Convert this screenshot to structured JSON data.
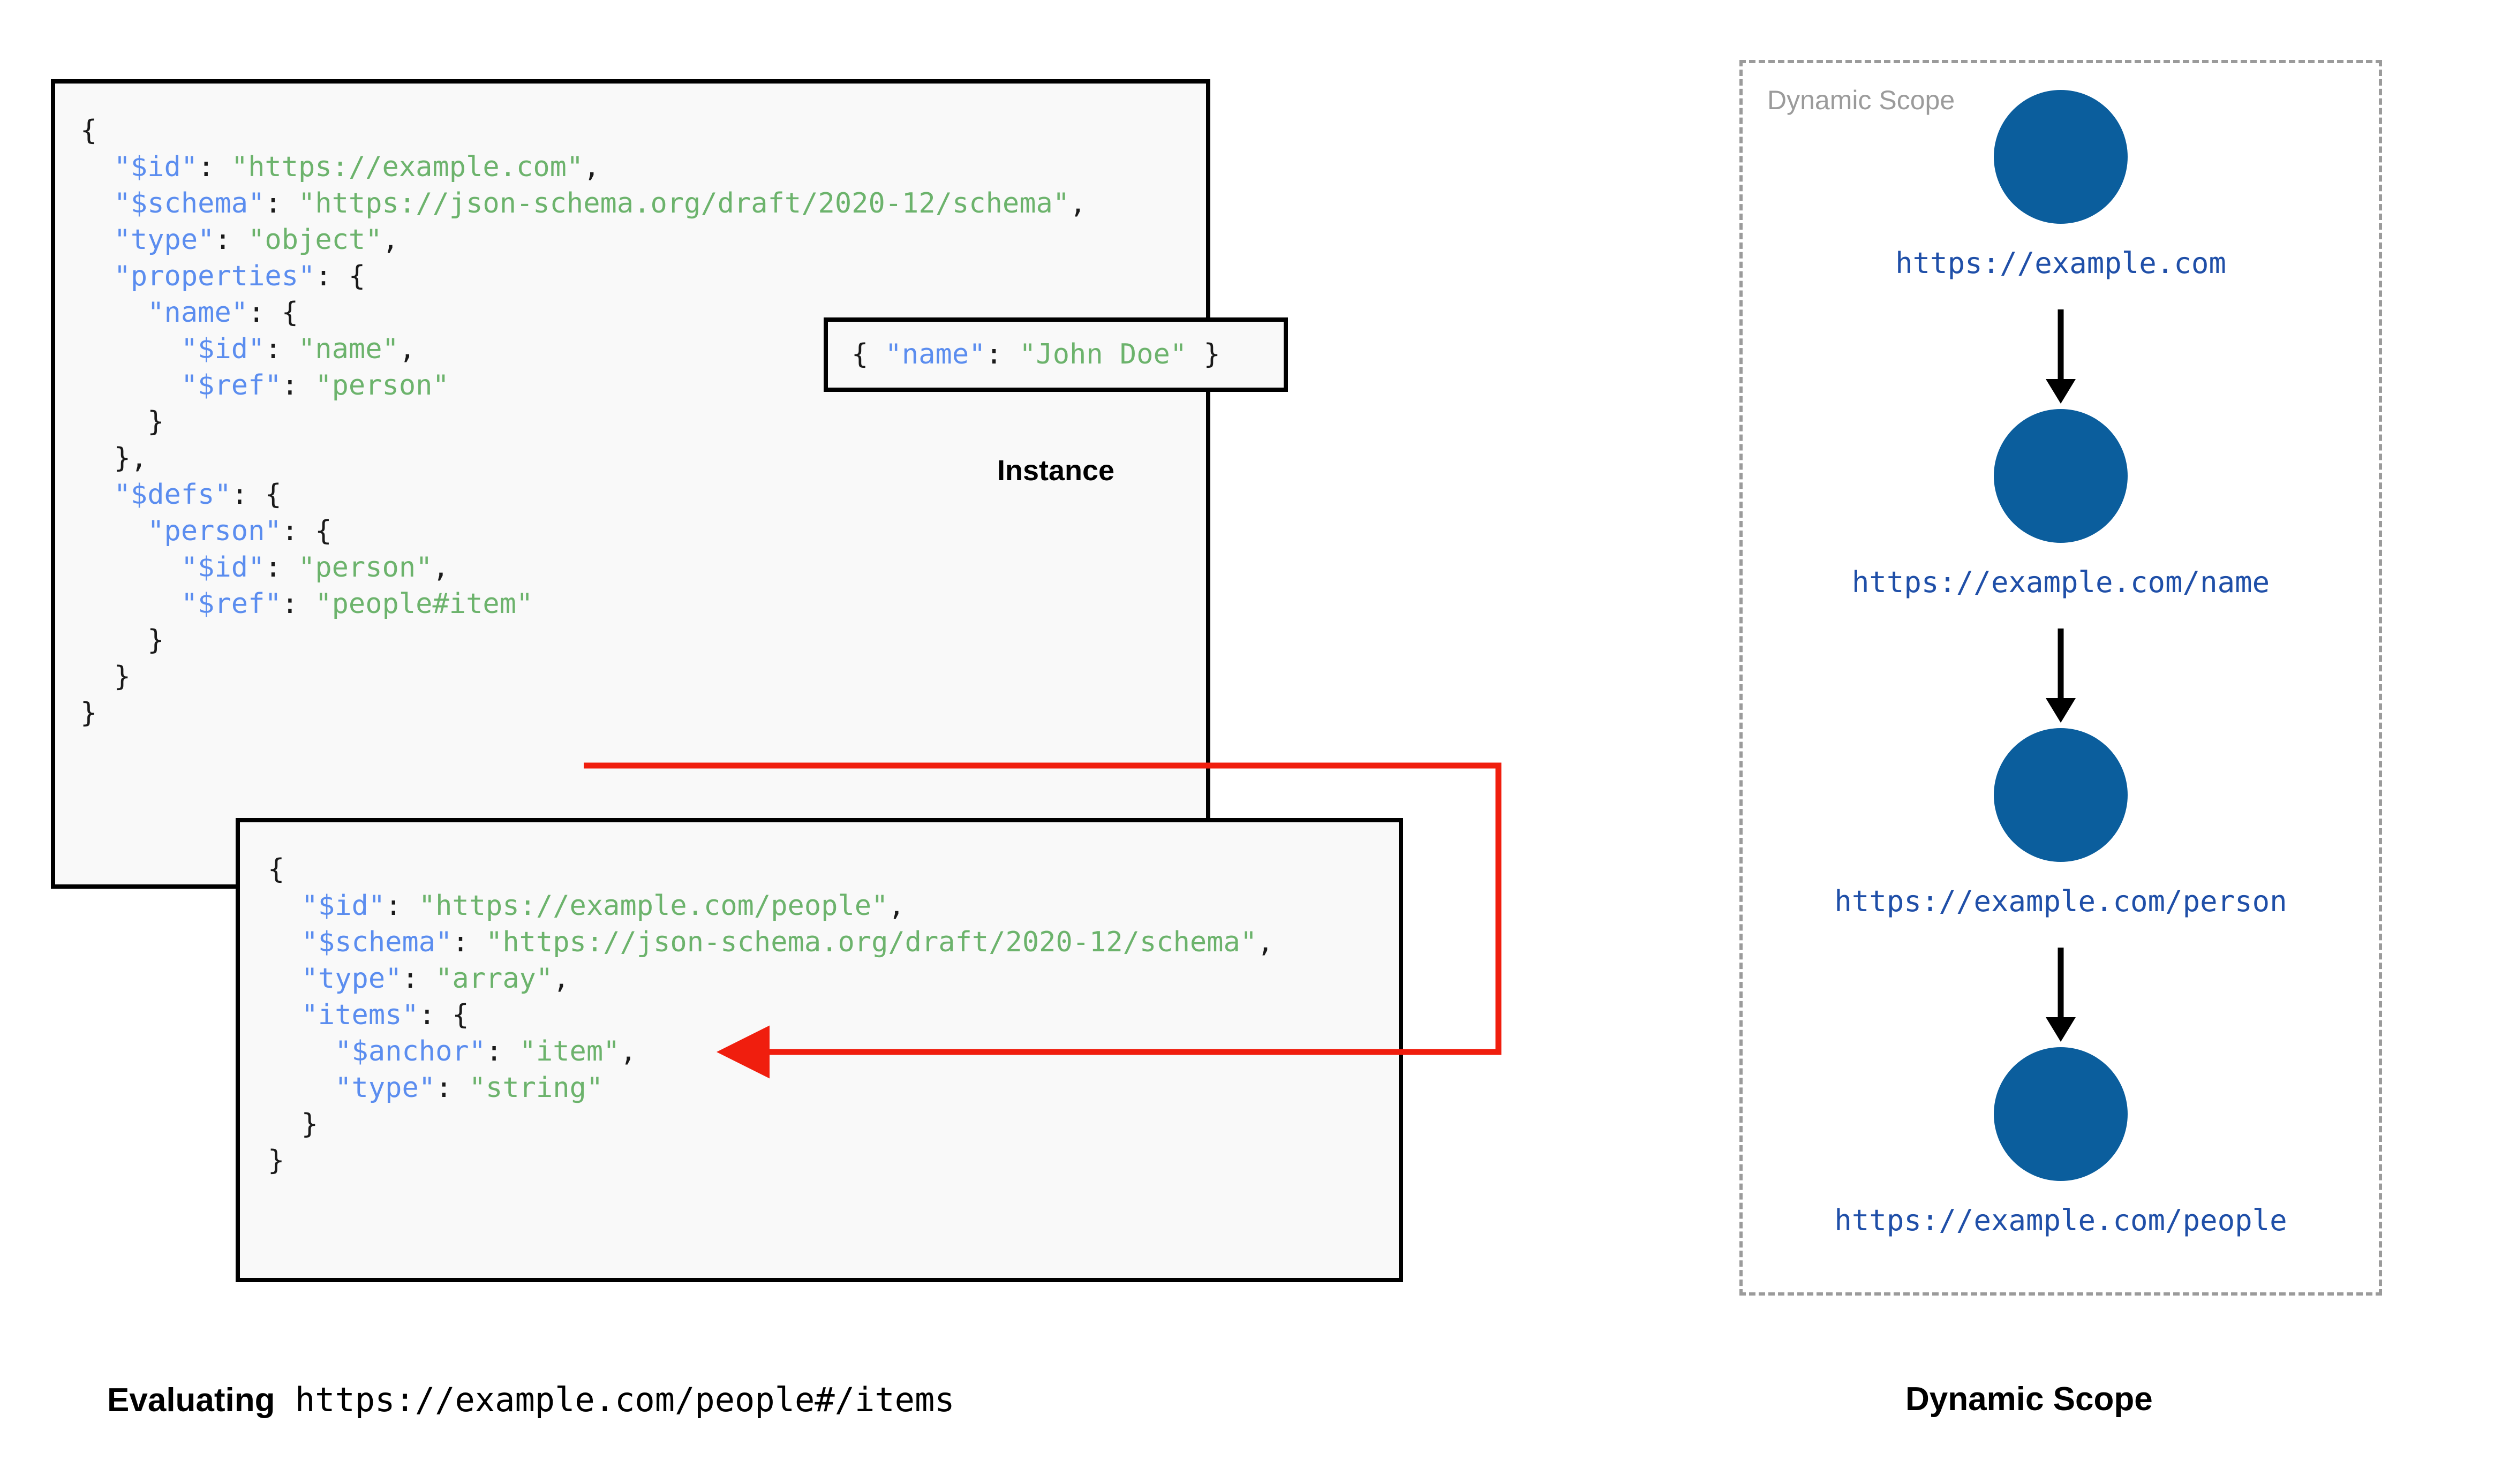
{
  "schema_box_1": {
    "lines": [
      [
        {
          "t": "{",
          "c": "p"
        }
      ],
      [
        {
          "t": "  ",
          "c": "p"
        },
        {
          "t": "\"$id\"",
          "c": "k"
        },
        {
          "t": ": ",
          "c": "p"
        },
        {
          "t": "\"https://example.com\"",
          "c": "s"
        },
        {
          "t": ",",
          "c": "p"
        }
      ],
      [
        {
          "t": "  ",
          "c": "p"
        },
        {
          "t": "\"$schema\"",
          "c": "k"
        },
        {
          "t": ": ",
          "c": "p"
        },
        {
          "t": "\"https://json-schema.org/draft/2020-12/schema\"",
          "c": "s"
        },
        {
          "t": ",",
          "c": "p"
        }
      ],
      [
        {
          "t": "  ",
          "c": "p"
        },
        {
          "t": "\"type\"",
          "c": "k"
        },
        {
          "t": ": ",
          "c": "p"
        },
        {
          "t": "\"object\"",
          "c": "s"
        },
        {
          "t": ",",
          "c": "p"
        }
      ],
      [
        {
          "t": "  ",
          "c": "p"
        },
        {
          "t": "\"properties\"",
          "c": "k"
        },
        {
          "t": ": {",
          "c": "p"
        }
      ],
      [
        {
          "t": "    ",
          "c": "p"
        },
        {
          "t": "\"name\"",
          "c": "k"
        },
        {
          "t": ": {",
          "c": "p"
        }
      ],
      [
        {
          "t": "      ",
          "c": "p"
        },
        {
          "t": "\"$id\"",
          "c": "k"
        },
        {
          "t": ": ",
          "c": "p"
        },
        {
          "t": "\"name\"",
          "c": "s"
        },
        {
          "t": ",",
          "c": "p"
        }
      ],
      [
        {
          "t": "      ",
          "c": "p"
        },
        {
          "t": "\"$ref\"",
          "c": "k"
        },
        {
          "t": ": ",
          "c": "p"
        },
        {
          "t": "\"person\"",
          "c": "s"
        }
      ],
      [
        {
          "t": "    }",
          "c": "p"
        }
      ],
      [
        {
          "t": "  },",
          "c": "p"
        }
      ],
      [
        {
          "t": "  ",
          "c": "p"
        },
        {
          "t": "\"$defs\"",
          "c": "k"
        },
        {
          "t": ": {",
          "c": "p"
        }
      ],
      [
        {
          "t": "    ",
          "c": "p"
        },
        {
          "t": "\"person\"",
          "c": "k"
        },
        {
          "t": ": {",
          "c": "p"
        }
      ],
      [
        {
          "t": "      ",
          "c": "p"
        },
        {
          "t": "\"$id\"",
          "c": "k"
        },
        {
          "t": ": ",
          "c": "p"
        },
        {
          "t": "\"person\"",
          "c": "s"
        },
        {
          "t": ",",
          "c": "p"
        }
      ],
      [
        {
          "t": "      ",
          "c": "p"
        },
        {
          "t": "\"$ref\"",
          "c": "k"
        },
        {
          "t": ": ",
          "c": "p"
        },
        {
          "t": "\"people#item\"",
          "c": "s"
        }
      ],
      [
        {
          "t": "    }",
          "c": "p"
        }
      ],
      [
        {
          "t": "  }",
          "c": "p"
        }
      ],
      [
        {
          "t": "}",
          "c": "p"
        }
      ]
    ]
  },
  "instance": {
    "label": "Instance",
    "lines": [
      [
        {
          "t": "{ ",
          "c": "p"
        },
        {
          "t": "\"name\"",
          "c": "k"
        },
        {
          "t": ": ",
          "c": "p"
        },
        {
          "t": "\"John Doe\"",
          "c": "s"
        },
        {
          "t": " }",
          "c": "p"
        }
      ]
    ]
  },
  "schema_box_2": {
    "lines": [
      [
        {
          "t": "{",
          "c": "p"
        }
      ],
      [
        {
          "t": "  ",
          "c": "p"
        },
        {
          "t": "\"$id\"",
          "c": "k"
        },
        {
          "t": ": ",
          "c": "p"
        },
        {
          "t": "\"https://example.com/people\"",
          "c": "s"
        },
        {
          "t": ",",
          "c": "p"
        }
      ],
      [
        {
          "t": "  ",
          "c": "p"
        },
        {
          "t": "\"$schema\"",
          "c": "k"
        },
        {
          "t": ": ",
          "c": "p"
        },
        {
          "t": "\"https://json-schema.org/draft/2020-12/schema\"",
          "c": "s"
        },
        {
          "t": ",",
          "c": "p"
        }
      ],
      [
        {
          "t": "  ",
          "c": "p"
        },
        {
          "t": "\"type\"",
          "c": "k"
        },
        {
          "t": ": ",
          "c": "p"
        },
        {
          "t": "\"array\"",
          "c": "s"
        },
        {
          "t": ",",
          "c": "p"
        }
      ],
      [
        {
          "t": "  ",
          "c": "p"
        },
        {
          "t": "\"items\"",
          "c": "k"
        },
        {
          "t": ": {",
          "c": "p"
        }
      ],
      [
        {
          "t": "    ",
          "c": "p"
        },
        {
          "t": "\"$anchor\"",
          "c": "k"
        },
        {
          "t": ": ",
          "c": "p"
        },
        {
          "t": "\"item\"",
          "c": "s"
        },
        {
          "t": ",",
          "c": "p"
        }
      ],
      [
        {
          "t": "    ",
          "c": "p"
        },
        {
          "t": "\"type\"",
          "c": "k"
        },
        {
          "t": ": ",
          "c": "p"
        },
        {
          "t": "\"string\"",
          "c": "s"
        }
      ],
      [
        {
          "t": "  }",
          "c": "p"
        }
      ],
      [
        {
          "t": "}",
          "c": "p"
        }
      ]
    ]
  },
  "reference_arrow": {
    "from_label": "\"$ref\": \"people#item\"",
    "to_label": "\"$anchor\": \"item\"",
    "color": "#F01E0E"
  },
  "dynamic_scope": {
    "inner_label": "Dynamic Scope",
    "border_color": "#9B9B9B",
    "node_color": "#0B5E9D",
    "url_color": "#1F4FA8",
    "nodes": [
      {
        "url": "https://example.com"
      },
      {
        "url": "https://example.com/name"
      },
      {
        "url": "https://example.com/person"
      },
      {
        "url": "https://example.com/people"
      }
    ]
  },
  "captions": {
    "left_label": "Evaluating",
    "left_path": " https://example.com/people#/items",
    "right": "Dynamic Scope"
  }
}
